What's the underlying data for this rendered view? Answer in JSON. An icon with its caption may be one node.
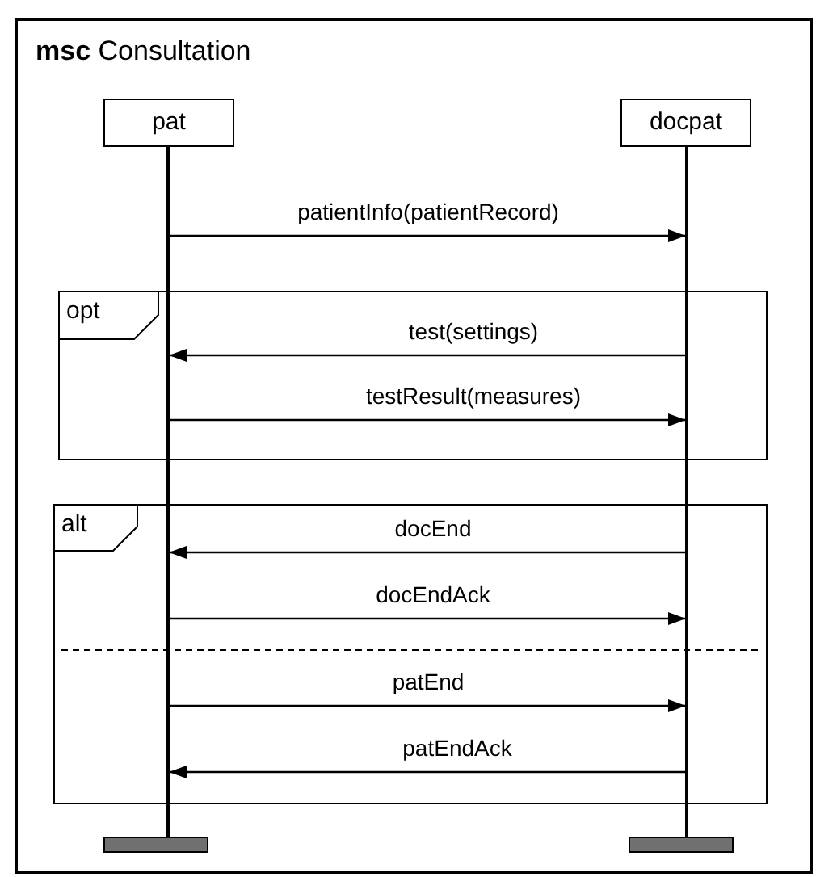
{
  "diagram": {
    "nodes": [
      {
        "text": [
          "**msc** Consultation"
        ]
      },
      {
        "text": [
          "pat"
        ],
        "in": 0
      },
      {
        "text": [
          "docpat"
        ],
        "in": 0
      },
      {
        "text": [],
        "shape": "line",
        "in": 0
      },
      {
        "text": [],
        "shape": "line",
        "in": 0
      },
      {
        "text": [],
        "shape": "bar",
        "in": 0
      },
      {
        "text": [],
        "shape": "bar",
        "in": 0
      }
    ],
    "edges": [
      {
        "from": 3,
        "to": 4,
        "arrow": "to",
        "label": "patientInfo(patientRecord)"
      },
      {
        "from": 4,
        "to": 3,
        "arrow": "to",
        "label": "test(settings)"
      },
      {
        "from": 3,
        "to": 4,
        "arrow": "to",
        "label": "testResult(measures)"
      },
      {
        "from": 4,
        "to": 3,
        "arrow": "to",
        "label": "docEnd"
      },
      {
        "from": 3,
        "to": 4,
        "arrow": "to",
        "label": "docEndAck"
      },
      {
        "from": 3,
        "to": 4,
        "arrow": "to",
        "label": "patEnd"
      },
      {
        "from": 4,
        "to": 3,
        "arrow": "to",
        "label": "patEndAck"
      }
    ],
    "labels": [
      "opt",
      "alt"
    ]
  }
}
